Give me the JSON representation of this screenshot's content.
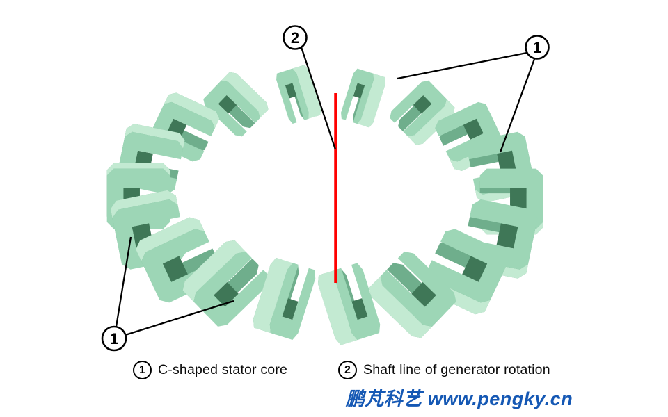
{
  "figure": {
    "core_count": 18,
    "colors": {
      "face": "#9dd6b6",
      "top": "#c3ead2",
      "side": "#6fae8c",
      "inner": "#3f7757",
      "shaft": "#ff0000",
      "annotation": "#000000"
    },
    "callouts": {
      "shaft_marker": "2",
      "stator_marker": "1"
    }
  },
  "legend": {
    "items": [
      {
        "marker": "1",
        "label": "C-shaped stator core"
      },
      {
        "marker": "2",
        "label": "Shaft line of generator rotation"
      }
    ]
  },
  "watermark": {
    "text": "鹏芃科艺 www.pengky.cn",
    "color": "#1558b4"
  }
}
